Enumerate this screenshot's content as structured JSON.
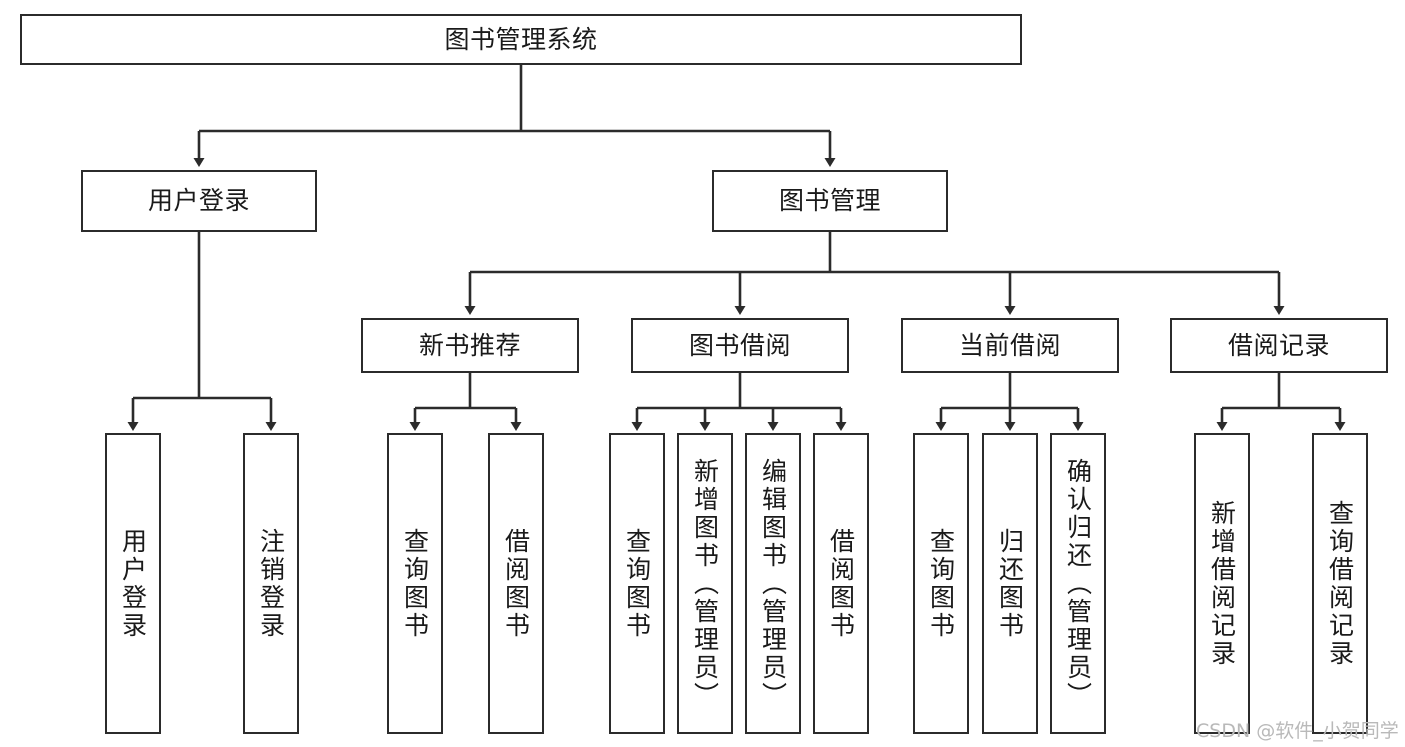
{
  "diagram": {
    "title": "图书管理系统",
    "type": "hierarchy-tree",
    "root": {
      "id": "root",
      "label": "图书管理系统"
    },
    "level2": [
      {
        "id": "user-login",
        "label": "用户登录"
      },
      {
        "id": "book-manage",
        "label": "图书管理"
      }
    ],
    "level3": [
      {
        "id": "new-book-recommend",
        "label": "新书推荐",
        "parent": "book-manage"
      },
      {
        "id": "book-borrow",
        "label": "图书借阅",
        "parent": "book-manage"
      },
      {
        "id": "current-borrow",
        "label": "当前借阅",
        "parent": "book-manage"
      },
      {
        "id": "borrow-record",
        "label": "借阅记录",
        "parent": "book-manage"
      }
    ],
    "leaves": [
      {
        "id": "leaf-user-login",
        "label": "用户登录",
        "parent": "user-login"
      },
      {
        "id": "leaf-user-logout",
        "label": "注销登录",
        "parent": "user-login"
      },
      {
        "id": "leaf-query-book-1",
        "label": "查询图书",
        "parent": "new-book-recommend"
      },
      {
        "id": "leaf-borrow-book-1",
        "label": "借阅图书",
        "parent": "new-book-recommend"
      },
      {
        "id": "leaf-query-book-2",
        "label": "查询图书",
        "parent": "book-borrow"
      },
      {
        "id": "leaf-add-book",
        "label": "新增图书（管理员）",
        "parent": "book-borrow"
      },
      {
        "id": "leaf-edit-book",
        "label": "编辑图书（管理员）",
        "parent": "book-borrow"
      },
      {
        "id": "leaf-borrow-book-2",
        "label": "借阅图书",
        "parent": "book-borrow"
      },
      {
        "id": "leaf-query-book-3",
        "label": "查询图书",
        "parent": "current-borrow"
      },
      {
        "id": "leaf-return-book",
        "label": "归还图书",
        "parent": "current-borrow"
      },
      {
        "id": "leaf-confirm-return",
        "label": "确认归还（管理员）",
        "parent": "current-borrow"
      },
      {
        "id": "leaf-add-record",
        "label": "新增借阅记录",
        "parent": "borrow-record"
      },
      {
        "id": "leaf-query-record",
        "label": "查询借阅记录",
        "parent": "borrow-record"
      }
    ],
    "colors": {
      "box_border": "#2b2b2b",
      "box_fill": "#ffffff",
      "edge": "#2b2b2b",
      "text": "#1a1a1a",
      "watermark": "#b9b9b9",
      "background": "#ffffff"
    }
  },
  "watermark": {
    "text": "CSDN @软件_小贺同学"
  }
}
